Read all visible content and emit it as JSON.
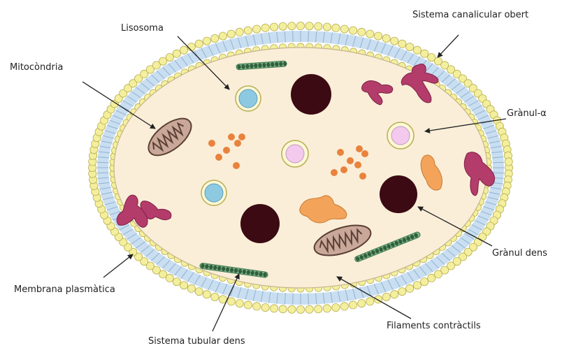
{
  "labels": {
    "lysosome": "Lisosoma",
    "open_canalicular_system": "Sistema canalicular obert",
    "mitochondria": "Mitocòndria",
    "alpha_granule": "Grànul-α",
    "dense_granule": "Grànul dens",
    "plasma_membrane": "Membrana plasmàtica",
    "contractile_filaments": "Filaments contràctils",
    "dense_tubular_system": "Sistema tubular dens"
  },
  "colors": {
    "membrane_bead": "#f3ef9c",
    "membrane_bead_stroke": "#b9ad52",
    "membrane_band": "#c9def0",
    "cytoplasm": "#faeed8",
    "mitochondria_fill": "#c9a89a",
    "mitochondria_stroke": "#5a3f34",
    "dense_granule": "#3b0a12",
    "lysosome": "#8ec9e2",
    "alpha_granule": "#f3c9ee",
    "canalicular": "#b43c6a",
    "small_granule": "#e9823d",
    "glycogen": "#f3a35a",
    "tubular": "#3f7a4e"
  }
}
